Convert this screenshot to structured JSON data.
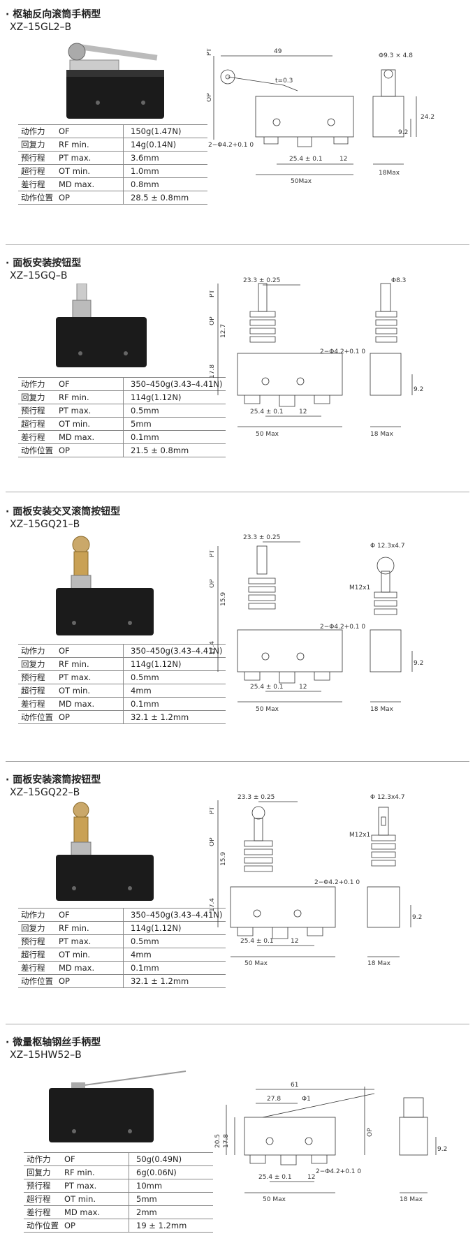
{
  "sections": [
    {
      "title": "· 枢轴反向滚筒手柄型",
      "model": "XZ–15GL2–B",
      "specs": [
        {
          "name": "动作力",
          "sym": "OF",
          "value": "150g(1.47N)"
        },
        {
          "name": "回复力",
          "sym": "RF  min.",
          "value": "14g(0.14N)"
        },
        {
          "name": "预行程",
          "sym": "PT  max.",
          "value": "3.6mm"
        },
        {
          "name": "超行程",
          "sym": "OT  min.",
          "value": "1.0mm"
        },
        {
          "name": "差行程",
          "sym": "MD  max.",
          "value": "0.8mm"
        },
        {
          "name": "动作位置",
          "sym": "OP",
          "value": "28.5 ± 0.8mm"
        }
      ],
      "dims": {
        "pt": "PT",
        "op": "OP",
        "top": "49",
        "t": "t=0.3",
        "hole": "2−Φ4.2+0.1 0",
        "pitch": "25.4 ± 0.1",
        "side": "12",
        "width": "50Max",
        "roll": "Φ9.3 × 4.8",
        "h1": "24.2",
        "h2": "9.2",
        "depth": "18Max"
      }
    },
    {
      "title": "· 面板安装按钮型",
      "model": "XZ–15GQ–B",
      "specs": [
        {
          "name": "动作力",
          "sym": "OF",
          "value": "350–450g(3.43–4.41N)"
        },
        {
          "name": "回复力",
          "sym": "RF  min.",
          "value": "114g(1.12N)"
        },
        {
          "name": "预行程",
          "sym": "PT  max.",
          "value": "0.5mm"
        },
        {
          "name": "超行程",
          "sym": "OT  min.",
          "value": "5mm"
        },
        {
          "name": "差行程",
          "sym": "MD  max.",
          "value": "0.1mm"
        },
        {
          "name": "动作位置",
          "sym": "OP",
          "value": "21.5 ± 0.8mm"
        }
      ],
      "dims": {
        "pt": "PT",
        "op": "OP",
        "top": "23.3 ± 0.25",
        "h1": "12.7",
        "h2": "17.8",
        "hole": "2−Φ4.2+0.1 0",
        "pitch": "25.4 ± 0.1",
        "side": "12",
        "width": "50 Max",
        "dia": "Φ8.3",
        "h3": "9.2",
        "depth": "18 Max"
      }
    },
    {
      "title": "· 面板安装交叉滚筒按钮型",
      "model": "XZ–15GQ21–B",
      "specs": [
        {
          "name": "动作力",
          "sym": "OF",
          "value": "350–450g(3.43–4.41N)"
        },
        {
          "name": "回复力",
          "sym": "RF  min.",
          "value": "114g(1.12N)"
        },
        {
          "name": "预行程",
          "sym": "PT  max.",
          "value": "0.5mm"
        },
        {
          "name": "超行程",
          "sym": "OT  min.",
          "value": "4mm"
        },
        {
          "name": "差行程",
          "sym": "MD  max.",
          "value": "0.1mm"
        },
        {
          "name": "动作位置",
          "sym": "OP",
          "value": "32.1 ± 1.2mm"
        }
      ],
      "dims": {
        "pt": "PT",
        "op": "OP",
        "top": "23.3 ± 0.25",
        "h1": "15.9",
        "h2": "17.4",
        "hole": "2−Φ4.2+0.1 0",
        "pitch": "25.4 ± 0.1",
        "side": "12",
        "width": "50 Max",
        "roll": "Φ 12.3x4.7",
        "thread": "M12x1",
        "h3": "9.2",
        "depth": "18 Max"
      }
    },
    {
      "title": "· 面板安装滚筒按钮型",
      "model": "XZ–15GQ22–B",
      "specs": [
        {
          "name": "动作力",
          "sym": "OF",
          "value": "350–450g(3.43–4.41N)"
        },
        {
          "name": "回复力",
          "sym": "RF  min.",
          "value": "114g(1.12N)"
        },
        {
          "name": "预行程",
          "sym": "PT  max.",
          "value": "0.5mm"
        },
        {
          "name": "超行程",
          "sym": "OT  min.",
          "value": "4mm"
        },
        {
          "name": "差行程",
          "sym": "MD  max.",
          "value": "0.1mm"
        },
        {
          "name": "动作位置",
          "sym": "OP",
          "value": "32.1 ± 1.2mm"
        }
      ],
      "dims": {
        "pt": "PT",
        "op": "OP",
        "top": "23.3 ± 0.25",
        "h1": "15.9",
        "h2": "17.4",
        "hole": "2−Φ4.2+0.1 0",
        "pitch": "25.4 ± 0.1",
        "side": "12",
        "width": "50 Max",
        "roll": "Φ 12.3x4.7",
        "thread": "M12x1",
        "h3": "9.2",
        "depth": "18 Max"
      }
    },
    {
      "title": "· 微量枢轴钢丝手柄型",
      "model": "XZ–15HW52–B",
      "specs": [
        {
          "name": "动作力",
          "sym": "OF",
          "value": "50g(0.49N)"
        },
        {
          "name": "回复力",
          "sym": "RF  min.",
          "value": "6g(0.06N)"
        },
        {
          "name": "预行程",
          "sym": "PT  max.",
          "value": "10mm"
        },
        {
          "name": "超行程",
          "sym": "OT  min.",
          "value": "5mm"
        },
        {
          "name": "差行程",
          "sym": "MD  max.",
          "value": "2mm"
        },
        {
          "name": "动作位置",
          "sym": "OP",
          "value": "19 ± 1.2mm"
        }
      ],
      "dims": {
        "top": "61",
        "mid": "27.8",
        "angle": "Φ1",
        "h1": "20.5",
        "h2": "17.8",
        "op": "OP",
        "hole": "2−Φ4.2+0.1 0",
        "pitch": "25.4 ± 0.1",
        "side": "12",
        "width": "50 Max",
        "h3": "9.2",
        "depth": "18 Max"
      }
    }
  ]
}
